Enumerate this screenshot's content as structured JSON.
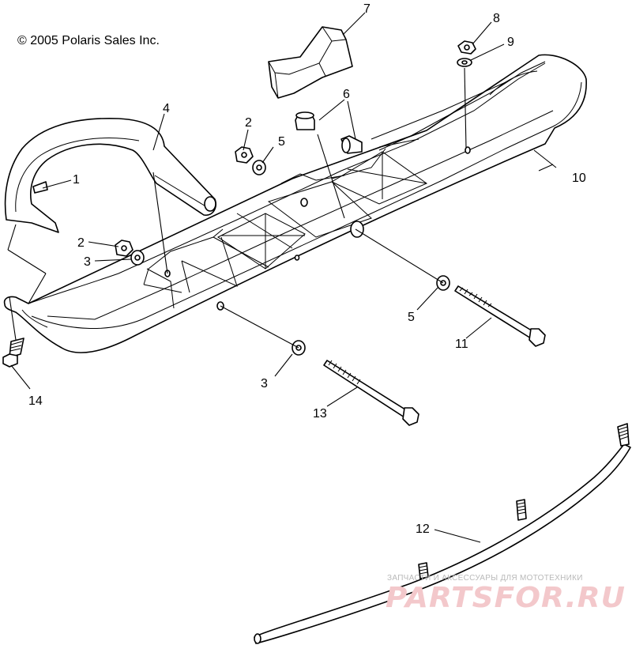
{
  "copyright": "© 2005 Polaris Sales Inc.",
  "watermark": {
    "tagline": "ЗАПЧАСТИ И АКСЕССУАРЫ ДЛЯ МОТОТЕХНИКИ",
    "brand": "PARTSFOR.RU",
    "color": "#f3c8cb"
  },
  "callouts": {
    "c1": "1",
    "c2a": "2",
    "c2b": "2",
    "c3a": "3",
    "c3b": "3",
    "c4": "4",
    "c5a": "5",
    "c5b": "5",
    "c6": "6",
    "c7": "7",
    "c8": "8",
    "c9": "9",
    "c10": "10",
    "c11": "11",
    "c12": "12",
    "c13": "13",
    "c14": "14"
  }
}
